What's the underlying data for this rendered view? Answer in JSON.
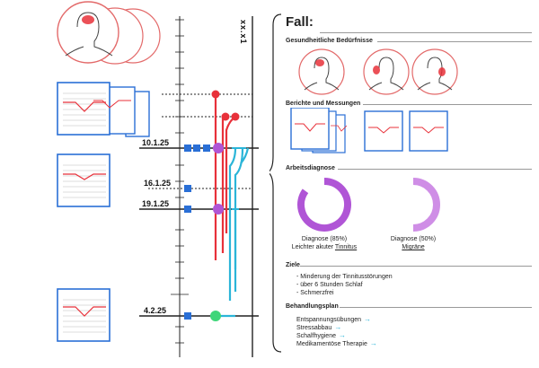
{
  "timeline": {
    "axis_code": "xx.x1",
    "dates": [
      "10.1.25",
      "16.1.25",
      "19.1.25",
      "4.2.25"
    ]
  },
  "case": {
    "title": "Fall:",
    "sections": {
      "needs": "Gesundheitliche Bedürfnisse",
      "reports": "Berichte und Messungen",
      "diagnosis": "Arbeitsdiagnose",
      "goals": "Ziele",
      "plan": "Behandlungsplan"
    },
    "diagnoses": [
      {
        "line1": "Diagnose (85%)",
        "line2_prefix": "Leichter akuter ",
        "line2_term": "Tinnitus",
        "value": 85,
        "color": "#b055d6"
      },
      {
        "line1": "Diagnose (50%)",
        "line2_prefix": "",
        "line2_term": "Migräne",
        "value": 50,
        "color": "#cf8ee6"
      }
    ],
    "goals": [
      "- Minderung der Tinnitusstörungen",
      "- über 6 Stunden Schlaf",
      "- Schmerzfrei"
    ],
    "plan": [
      "Entspannungsübungen",
      "Stressabbau",
      "Schalfhygiene",
      "Medikamentöse Therapie"
    ]
  },
  "colors": {
    "red": "#e8313a",
    "cyan": "#2bb5d8",
    "purple": "#b055d6",
    "blue": "#2a6fd6",
    "green": "#3fd67a"
  }
}
